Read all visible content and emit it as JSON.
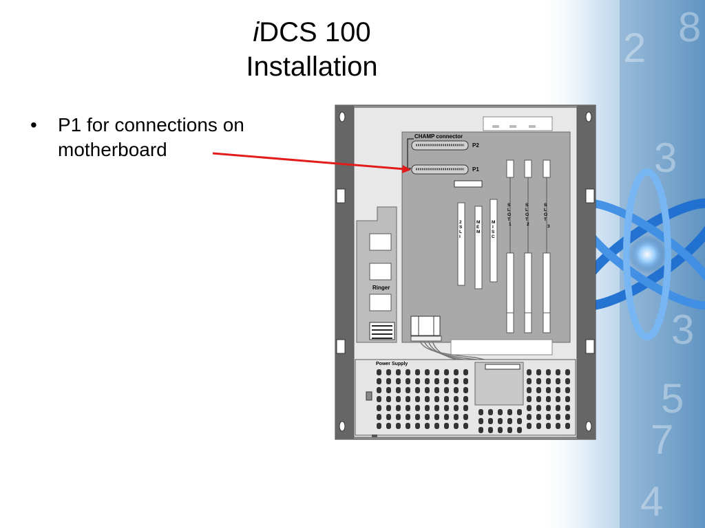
{
  "title": {
    "prefix": "i",
    "rest": "DCS 100",
    "line2": "Installation"
  },
  "bullets": [
    {
      "line1": "P1 for connections on",
      "line2": "motherboard"
    }
  ],
  "diagram": {
    "champ_label": "CHAMP connector",
    "p2_label": "P2",
    "p1_label": "P1",
    "ringer_label": "Ringer",
    "power_supply_label": "Power Supply",
    "slot_labels": [
      "2SLI",
      "MEM",
      "MISC",
      "SLOT1",
      "SLOT2",
      "SLOT3"
    ]
  },
  "colors": {
    "arrow": "#e31b1b",
    "board": "#a9a9a9",
    "chassis_side": "#606060"
  }
}
